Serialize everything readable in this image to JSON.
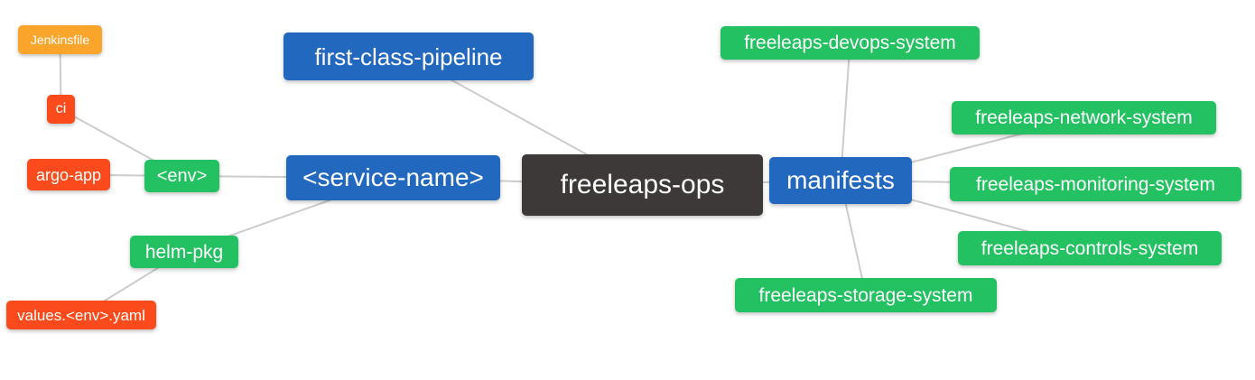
{
  "diagram": {
    "type": "mindmap",
    "root_label": "freeleaps-ops",
    "palette": {
      "blue": "#2268BE",
      "green": "#23C162",
      "red": "#FB4B1C",
      "orange": "#F9A42B",
      "dark": "#3D3939",
      "edge": "#CCCCCC",
      "node_text": "#FFFFFF",
      "background": "#FFFFFF"
    },
    "nodes": {
      "jenkinsfile": {
        "label": "Jenkinsfile",
        "color": "orange"
      },
      "ci": {
        "label": "ci",
        "color": "red"
      },
      "argo_app": {
        "label": "argo-app",
        "color": "red"
      },
      "env": {
        "label": "<env>",
        "color": "green"
      },
      "helm_pkg": {
        "label": "helm-pkg",
        "color": "green"
      },
      "values_env_yaml": {
        "label": "values.<env>.yaml",
        "color": "red"
      },
      "first_class_pipeline": {
        "label": "first-class-pipeline",
        "color": "blue"
      },
      "service_name": {
        "label": "<service-name>",
        "color": "blue"
      },
      "freeleaps_ops": {
        "label": "freeleaps-ops",
        "color": "dark"
      },
      "manifests": {
        "label": "manifests",
        "color": "blue"
      },
      "devops_system": {
        "label": "freeleaps-devops-system",
        "color": "green"
      },
      "network_system": {
        "label": "freeleaps-network-system",
        "color": "green"
      },
      "monitoring_system": {
        "label": "freeleaps-monitoring-system",
        "color": "green"
      },
      "controls_system": {
        "label": "freeleaps-controls-system",
        "color": "green"
      },
      "storage_system": {
        "label": "freeleaps-storage-system",
        "color": "green"
      }
    },
    "edges": [
      [
        "jenkinsfile",
        "ci"
      ],
      [
        "ci",
        "env"
      ],
      [
        "argo_app",
        "env"
      ],
      [
        "env",
        "service_name"
      ],
      [
        "helm_pkg",
        "service_name"
      ],
      [
        "values_env_yaml",
        "helm_pkg"
      ],
      [
        "first_class_pipeline",
        "freeleaps_ops"
      ],
      [
        "service_name",
        "freeleaps_ops"
      ],
      [
        "freeleaps_ops",
        "manifests"
      ],
      [
        "manifests",
        "devops_system"
      ],
      [
        "manifests",
        "network_system"
      ],
      [
        "manifests",
        "monitoring_system"
      ],
      [
        "manifests",
        "controls_system"
      ],
      [
        "manifests",
        "storage_system"
      ]
    ]
  }
}
